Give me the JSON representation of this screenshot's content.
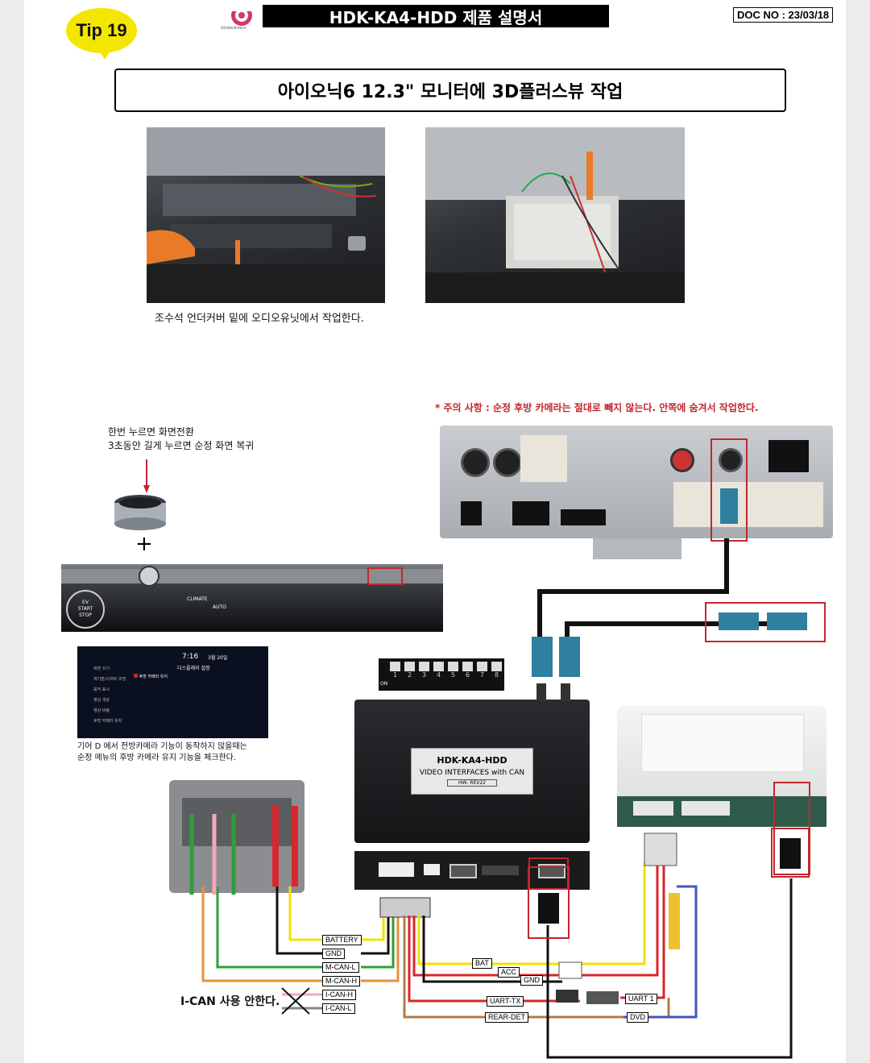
{
  "header": {
    "tip": "Tip 19",
    "logo_text": "GUelectronics",
    "title": "HDK-KA4-HDD 제품 설명서",
    "doc_no": "DOC NO : 23/03/18"
  },
  "section_title": "아이오닉6 12.3\" 모니터에 3D플러스뷰 작업",
  "photo_caption": "조수석 언더커버 밑에 오디오유닛에서 작업한다.",
  "warning": "* 주의 사항 : 순정 후방 카메라는 절대로 빼지 않는다. 안쪽에 숨겨서 작업한다.",
  "knob_note": {
    "line1": "한번 누르면 화면전환",
    "line2": "3초동안 길게 누르면 순정 화면 복귀"
  },
  "plus": "+",
  "dash": {
    "climate": "CLIMATE",
    "auto": "AUTO",
    "start_line1": "EV",
    "start_line2": "START",
    "start_line3": "STOP"
  },
  "screen": {
    "time": "7:16",
    "date": "3월 20일",
    "title": "디스플레이 설정",
    "menu": [
      "화면 끄기",
      "계기판/스마트 조명",
      "음악 표시",
      "영상 색상",
      "영상 비율",
      "후방 카메라 유지"
    ],
    "option": "후방 카메라 유지"
  },
  "screen_caption": {
    "line1": "기어 D 에서 전방카메라 기능이 동작하지 않을때는",
    "line2": "순정 메뉴의 후방 카메라 유지 기능을 체크한다."
  },
  "dip_numbers": [
    "1",
    "2",
    "3",
    "4",
    "5",
    "6",
    "7",
    "8"
  ],
  "dip_on": "ON",
  "device": {
    "model": "HDK-KA4-HDD",
    "desc": "VIDEO INTERFACES with CAN",
    "rev": "HW- REV22"
  },
  "wires": {
    "battery": "BATTERY",
    "gnd": "GND",
    "mcan_l": "M-CAN-L",
    "mcan_h": "M-CAN-H",
    "ican_h": "I-CAN-H",
    "ican_l": "I-CAN-L",
    "bat": "BAT",
    "acc": "ACC",
    "gnd2": "GND",
    "uart_tx": "UART-TX",
    "uart1": "UART 1",
    "rear_det": "REAR-DET",
    "dvd": "DVD"
  },
  "ican_note": "I-CAN 사용 안한다.",
  "colors": {
    "red_box": "#c1272d",
    "yellow": "#f3e600",
    "wire_yellow": "#f2e200",
    "wire_red": "#d8262c",
    "wire_green": "#2f9e3a",
    "wire_orange": "#e8913a",
    "wire_pink": "#f4a7b9",
    "wire_brown": "#b07a4a",
    "wire_blue": "#4455bb"
  }
}
